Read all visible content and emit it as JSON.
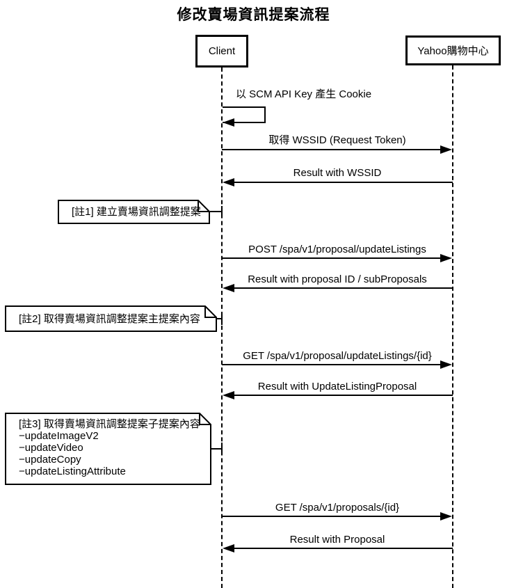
{
  "diagram": {
    "title": "修改賣場資訊提案流程",
    "actors": {
      "client": "Client",
      "service": "Yahoo購物中心"
    },
    "messages": [
      {
        "label": "以 SCM API Key 產生 Cookie",
        "kind": "self",
        "from": "client",
        "to": "client"
      },
      {
        "label": "取得 WSSID (Request Token)",
        "kind": "call",
        "from": "client",
        "to": "service"
      },
      {
        "label": "Result with WSSID",
        "kind": "return",
        "from": "service",
        "to": "client"
      },
      {
        "label": "POST /spa/v1/proposal/updateListings",
        "kind": "call",
        "from": "client",
        "to": "service"
      },
      {
        "label": "Result with proposal ID / subProposals",
        "kind": "return",
        "from": "service",
        "to": "client"
      },
      {
        "label": "GET /spa/v1/proposal/updateListings/{id}",
        "kind": "call",
        "from": "client",
        "to": "service"
      },
      {
        "label": "Result with UpdateListingProposal",
        "kind": "return",
        "from": "service",
        "to": "client"
      },
      {
        "label": "GET /spa/v1/proposals/{id}",
        "kind": "call",
        "from": "client",
        "to": "service"
      },
      {
        "label": "Result with Proposal",
        "kind": "return",
        "from": "service",
        "to": "client"
      }
    ],
    "notes": [
      {
        "lines": [
          "[註1] 建立賣場資訊調整提案"
        ]
      },
      {
        "lines": [
          "[註2] 取得賣場資訊調整提案主提案內容"
        ]
      },
      {
        "lines": [
          "[註3] 取得賣場資訊調整提案子提案內容",
          "−updateImageV2",
          "−updateVideo",
          "−updateCopy",
          "−updateListingAttribute"
        ]
      }
    ],
    "colors": {
      "line": "#000000",
      "background": "#ffffff",
      "text": "#000000"
    }
  }
}
